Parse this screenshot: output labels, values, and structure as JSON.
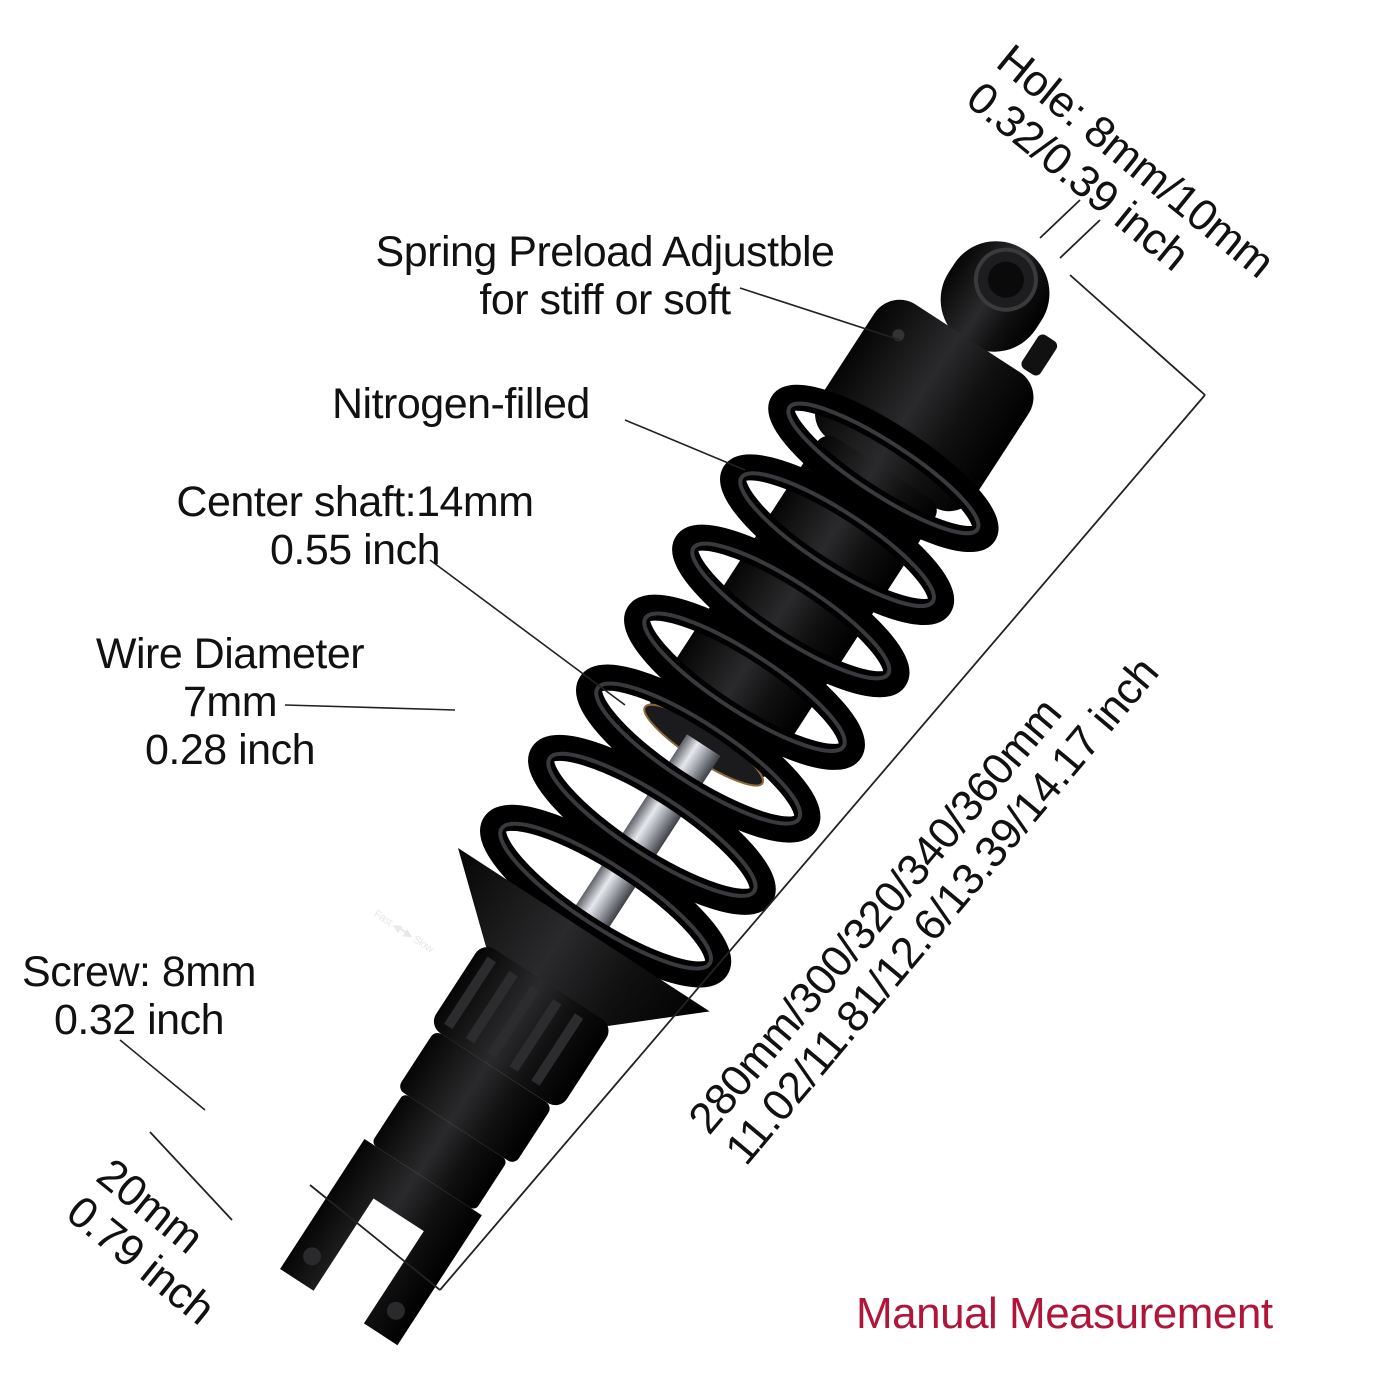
{
  "labels": {
    "hole_line1": "Hole: 8mm/10mm",
    "hole_line2": "0.32/0.39 inch",
    "spring_line1": "Spring Preload Adjustble",
    "spring_line2": "for stiff or soft",
    "nitrogen": "Nitrogen-filled",
    "shaft_line1": "Center shaft:14mm",
    "shaft_line2": "0.55 inch",
    "wire_line1": "Wire Diameter",
    "wire_line2": "7mm",
    "wire_line3": "0.28 inch",
    "screw_line1": "Screw: 8mm",
    "screw_line2": "0.32 inch",
    "clevis_line1": "20mm",
    "clevis_line2": "0.79 inch",
    "length_line1": "280mm/300/320/340/360mm",
    "length_line2": "11.02/11.81/12.6/13.39/14.17 inch",
    "adjuster_marking": "Fast ◀━▶ Slow"
  },
  "footer": {
    "text": "Manual Measurement",
    "color": "#b0153a"
  },
  "colors": {
    "body": "#0b0b0b",
    "shaft": "#c9ccd2",
    "leader": "#222222"
  }
}
